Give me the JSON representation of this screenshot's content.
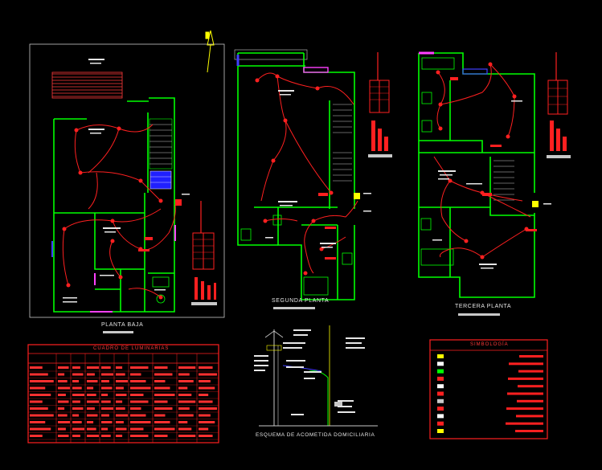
{
  "drawing": {
    "labels": {
      "planta_baja": "PLANTA BAJA",
      "segunda_planta": "SEGUNDA PLANTA",
      "tercera_planta": "TERCERA PLANTA",
      "esquema": "ESQUEMA DE ACOMETIDA DOMICILIARIA"
    },
    "tables": {
      "luminarias_title": "CUADRO DE LUMINARIAS",
      "simbologia_title": "SIMBOLOGÍA"
    },
    "colors": {
      "wall": "#00ff00",
      "circuit": "#ff2020",
      "text": "#e6e6e6",
      "accent_blue": "#4040ff",
      "accent_magenta": "#ff40ff",
      "accent_yellow": "#ffff00",
      "border": "#c8c8c8"
    }
  }
}
